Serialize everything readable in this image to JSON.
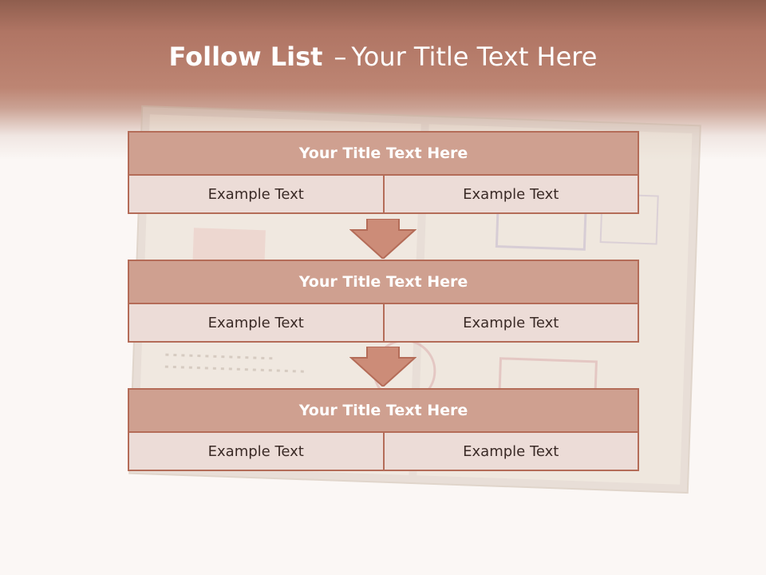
{
  "slide": {
    "title_bold": "Follow List",
    "title_dash": "–",
    "title_rest": "Your Title Text Here"
  },
  "blocks": [
    {
      "title": "Your Title Text Here",
      "cells": [
        "Example Text",
        "Example Text"
      ]
    },
    {
      "title": "Your Title Text Here",
      "cells": [
        "Example Text",
        "Example Text"
      ]
    },
    {
      "title": "Your Title Text Here",
      "cells": [
        "Example Text",
        "Example Text"
      ]
    }
  ],
  "colors": {
    "header_brown": "#b07564",
    "title_fill": "#cfa090",
    "cell_fill": "#ecdcd7",
    "border": "#b46c58",
    "arrow_fill": "#cc8c78"
  }
}
